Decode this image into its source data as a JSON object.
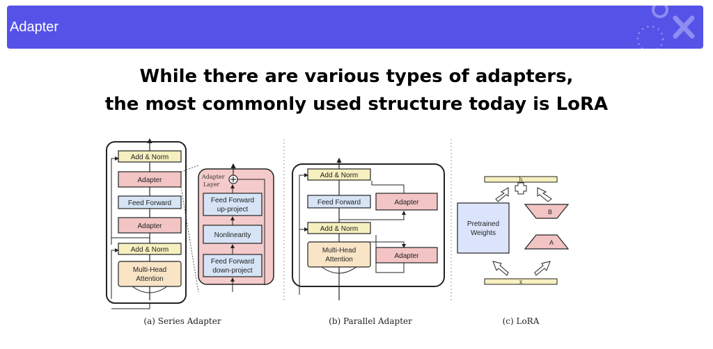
{
  "header": {
    "title": "Adapter"
  },
  "headline": {
    "line1": "While there are various types of adapters,",
    "line2": "the most commonly used structure today is LoRA"
  },
  "colors": {
    "header_bg": "#5552e8",
    "add_norm": "#f6efbf",
    "adapter": "#f2c4c4",
    "feed_forward": "#d6e4f6",
    "attention": "#f9e4c6",
    "adapter_layer_bg": "#f4caca",
    "lora_weights": "#dce4fb"
  },
  "diagram": {
    "series": {
      "add_norm_top": "Add & Norm",
      "adapter_top": "Adapter",
      "feed_forward": "Feed Forward",
      "adapter_bottom": "Adapter",
      "add_norm_bottom": "Add & Norm",
      "attention_line1": "Multi-Head",
      "attention_line2": "Attention",
      "adapter_layer_label1": "Adapter",
      "adapter_layer_label2": "Layer",
      "up_project_line1": "Feed Forward",
      "up_project_line2": "up-project",
      "nonlinearity": "Nonlinearity",
      "down_project_line1": "Feed Forward",
      "down_project_line2": "down-project",
      "caption": "(a) Series Adapter"
    },
    "parallel": {
      "add_norm_top": "Add & Norm",
      "feed_forward": "Feed Forward",
      "adapter_top": "Adapter",
      "add_norm_bottom": "Add & Norm",
      "attention_line1": "Multi-Head",
      "attention_line2": "Attention",
      "adapter_bottom": "Adapter",
      "caption": "(b) Parallel Adapter"
    },
    "lora": {
      "weights_line1": "Pretrained",
      "weights_line2": "Weights",
      "b_label": "B",
      "a_label": "A",
      "h_label": "h",
      "x_label": "x",
      "caption": "(c) LoRA"
    }
  }
}
